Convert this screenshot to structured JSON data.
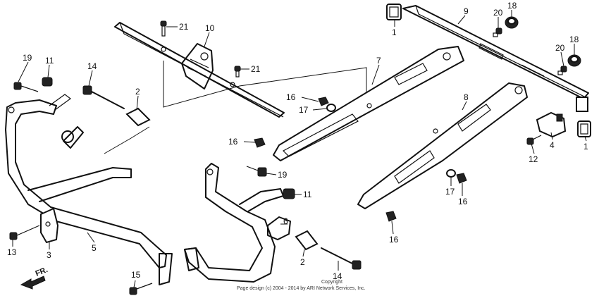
{
  "direction_label": "FR.",
  "copyright": {
    "line1": "Copyright",
    "line2": "Page design (c) 2004 - 2014 by ARI Network Services, Inc."
  },
  "callouts": [
    {
      "id": "c21a",
      "text": "21"
    },
    {
      "id": "c10",
      "text": "10"
    },
    {
      "id": "c21b",
      "text": "21"
    },
    {
      "id": "c1a",
      "text": "1"
    },
    {
      "id": "c9",
      "text": "9"
    },
    {
      "id": "c20a",
      "text": "20"
    },
    {
      "id": "c18a",
      "text": "18"
    },
    {
      "id": "c18b",
      "text": "18"
    },
    {
      "id": "c20b",
      "text": "20"
    },
    {
      "id": "c19a",
      "text": "19"
    },
    {
      "id": "c11a",
      "text": "11"
    },
    {
      "id": "c14a",
      "text": "14"
    },
    {
      "id": "c2a",
      "text": "2"
    },
    {
      "id": "c7",
      "text": "7"
    },
    {
      "id": "c16a",
      "text": "16"
    },
    {
      "id": "c17a",
      "text": "17"
    },
    {
      "id": "c16b",
      "text": "16"
    },
    {
      "id": "c8",
      "text": "8"
    },
    {
      "id": "c4",
      "text": "4"
    },
    {
      "id": "c12",
      "text": "12"
    },
    {
      "id": "c1b",
      "text": "1"
    },
    {
      "id": "c19b",
      "text": "19"
    },
    {
      "id": "c11b",
      "text": "11"
    },
    {
      "id": "c17b",
      "text": "17"
    },
    {
      "id": "c16c",
      "text": "16"
    },
    {
      "id": "c6",
      "text": "6"
    },
    {
      "id": "c16d",
      "text": "16"
    },
    {
      "id": "c13",
      "text": "13"
    },
    {
      "id": "c3",
      "text": "3"
    },
    {
      "id": "c5",
      "text": "5"
    },
    {
      "id": "c2b",
      "text": "2"
    },
    {
      "id": "c14b",
      "text": "14"
    },
    {
      "id": "c15",
      "text": "15"
    }
  ]
}
